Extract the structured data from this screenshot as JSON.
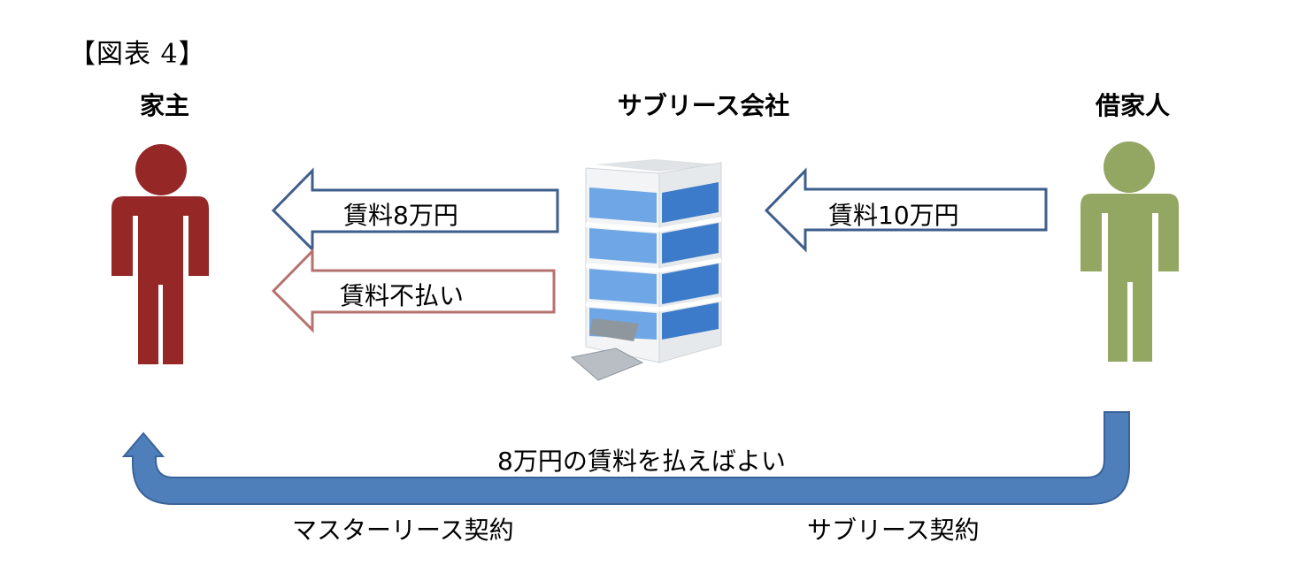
{
  "figure_title": "【図表 4】",
  "parties": {
    "owner": {
      "label": "家主",
      "color": "#952826"
    },
    "sublease_company": {
      "label": "サブリース会社"
    },
    "tenant": {
      "label": "借家人",
      "color": "#93A662"
    }
  },
  "arrows": {
    "rent_to_owner": {
      "label": "賃料8万円",
      "color": "#3E5E8B"
    },
    "rent_unpaid": {
      "label": "賃料不払い",
      "color": "#B5716E"
    },
    "rent_from_tenant": {
      "label": "賃料10万円",
      "color": "#3E5E8B"
    }
  },
  "bottom": {
    "curve_label": "8万円の賃料を払えばよい",
    "curve_color": "#4F7FBA",
    "master_lease": "マスターリース契約",
    "sublease": "サブリース契約"
  }
}
